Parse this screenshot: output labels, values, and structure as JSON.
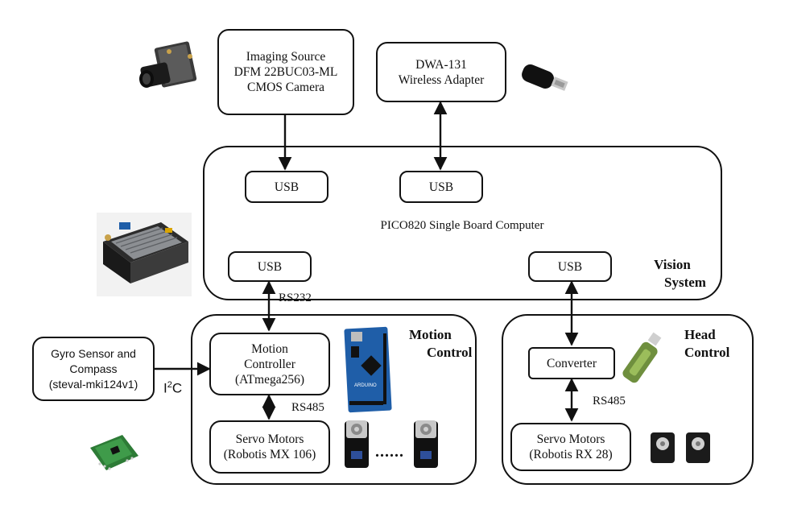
{
  "camera": {
    "lines": [
      "Imaging Source",
      "DFM 22BUC03-ML",
      "CMOS Camera"
    ]
  },
  "wireless": {
    "lines": [
      "DWA-131",
      "Wireless Adapter"
    ]
  },
  "vision": {
    "usb_camera": "USB",
    "usb_wireless": "USB",
    "computer": "PICO820 Single Board Computer",
    "usb_motion": "USB",
    "usb_head": "USB",
    "title_lines": [
      "Vision",
      "System"
    ]
  },
  "motion": {
    "title_lines": [
      "Motion",
      "Control"
    ],
    "controller_lines": [
      "Motion",
      "Controller",
      "(ATmega256)"
    ],
    "servo_lines": [
      "Servo Motors",
      "(Robotis MX 106)"
    ],
    "ellipsis": "......"
  },
  "head": {
    "title_lines": [
      "Head",
      "Control"
    ],
    "converter": "Converter",
    "servo_lines": [
      "Servo Motors",
      "(Robotis RX 28)"
    ]
  },
  "gyro": {
    "lines": [
      "Gyro Sensor and",
      "Compass",
      "(steval-mki124v1)"
    ]
  },
  "links": {
    "rs232": "RS232",
    "rs485_motion": "RS485",
    "rs485_head": "RS485",
    "i2c_base": "I",
    "i2c_sup": "2",
    "i2c_tail": "C"
  },
  "colors": {
    "line": "#111111",
    "board": "#1f5ea8",
    "heatsink": "#8c8f93"
  }
}
